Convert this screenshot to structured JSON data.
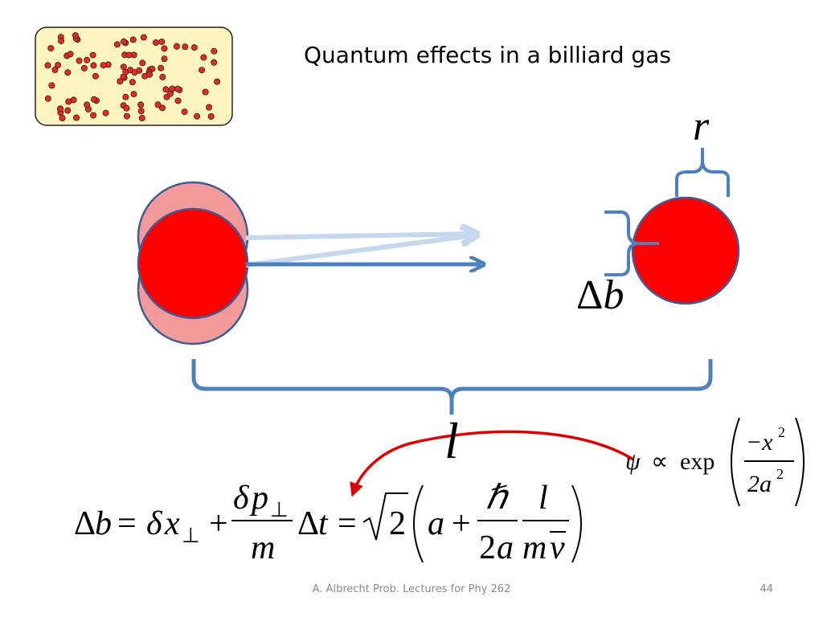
{
  "slide": {
    "title": "Quantum effects in a billiard gas",
    "footer": "A. Albrecht Prob. Lectures for Phy 262",
    "page_number": "44"
  },
  "diagram": {
    "label_r": "r",
    "label_delta": "Δ",
    "label_b": "b",
    "label_l": "l"
  },
  "equation": {
    "lhs_delta": "Δ",
    "lhs_b": "b",
    "eq": "=",
    "delta": "δ",
    "x": "x",
    "perp": "⊥",
    "plus": "+",
    "p": "p",
    "m": "m",
    "dt_delta": "Δ",
    "t": "t",
    "sqrt2": "2",
    "a": "a",
    "hbar": "ℏ",
    "two_a": "2",
    "l": "l",
    "v": "v"
  },
  "wavefunction": {
    "psi": "ψ",
    "prop": "∝",
    "exp": "exp",
    "minus_x2": "−x",
    "sq": "2",
    "two_a2": "2a",
    "sq2": "2"
  },
  "colors": {
    "ball": "#ff0000",
    "ball_ghost": "#f59a9a",
    "ball_outline": "#3b5e97",
    "bracket": "#4e7fbf",
    "arrow_dark": "#4a7fc0",
    "arrow_light": "#c5d8ee",
    "gas_box": "#fdf4c0",
    "particle": "#e8291b",
    "red_arrow": "#e00000"
  }
}
